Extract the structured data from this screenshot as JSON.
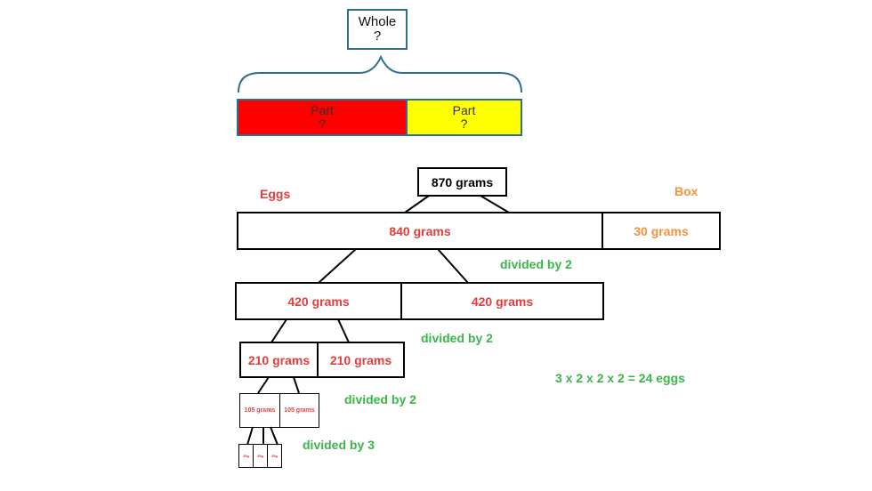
{
  "model": {
    "whole_label": "Whole",
    "whole_value": "?",
    "part1_label": "Part",
    "part1_value": "?",
    "part2_label": "Part",
    "part2_value": "?",
    "colors": {
      "outline": "#2e6f8e",
      "part1": "#ff0000",
      "part2": "#ffff00"
    }
  },
  "tree": {
    "total": "870 grams",
    "eggs_label": "Eggs",
    "box_label": "Box",
    "eggs_weight": "840 grams",
    "box_weight": "30 grams",
    "level2": [
      "420 grams",
      "420 grams"
    ],
    "level3": [
      "210 grams",
      "210 grams"
    ],
    "level4": [
      "105 grams",
      "105 grams"
    ],
    "level5": [
      "35g",
      "35g",
      "35g"
    ],
    "divide_labels": [
      "divided by 2",
      "divided by 2",
      "divided by 2",
      "divided by 3"
    ],
    "equation": "3 x 2 x 2 x 2 = 24 eggs",
    "colors": {
      "red": "#e53b3b",
      "orange": "#f7913d",
      "green": "#3ab54a"
    }
  }
}
